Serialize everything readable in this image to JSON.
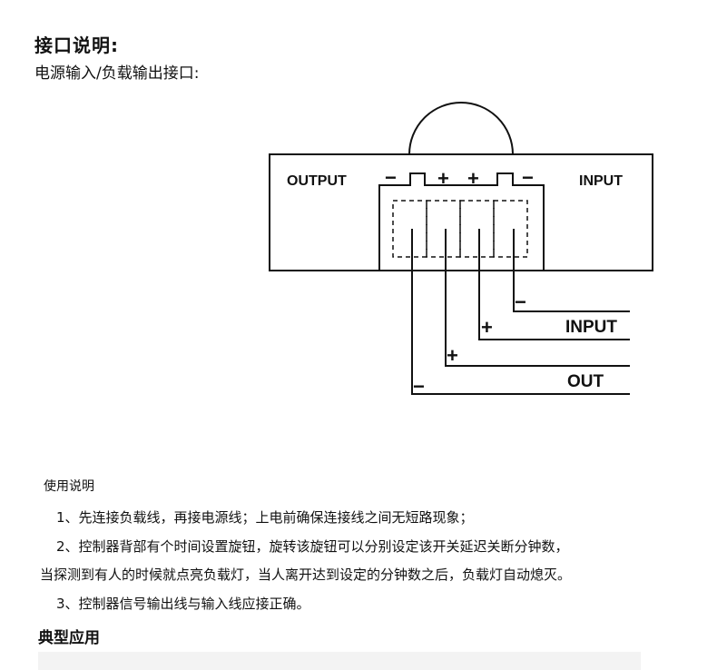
{
  "heading": "接口说明:",
  "subheading": "电源输入/负载输出接口:",
  "diagram": {
    "output_label": "OUTPUT",
    "input_label": "INPUT",
    "top_minus_left": "−",
    "top_plus_1": "+",
    "top_plus_2": "+",
    "top_minus_right": "−",
    "wire_minus_input": "−",
    "wire_plus_input": "+",
    "input_tag": "INPUT",
    "wire_plus_out": "+",
    "wire_minus_out": "−",
    "out_tag": "OUT"
  },
  "usage": {
    "title": "使用说明",
    "line1": "1、先连接负载线，再接电源线；上电前确保连接线之间无短路现象；",
    "line2": "2、控制器背部有个时间设置旋钮，旋转该旋钮可以分别设定该开关延迟关断分钟数，",
    "line3": "当探测到有人的时候就点亮负载灯，当人离开达到设定的分钟数之后，负载灯自动熄灭。",
    "line4": "3、控制器信号输出线与输入线应接正确。"
  },
  "section2_title": "典型应用"
}
